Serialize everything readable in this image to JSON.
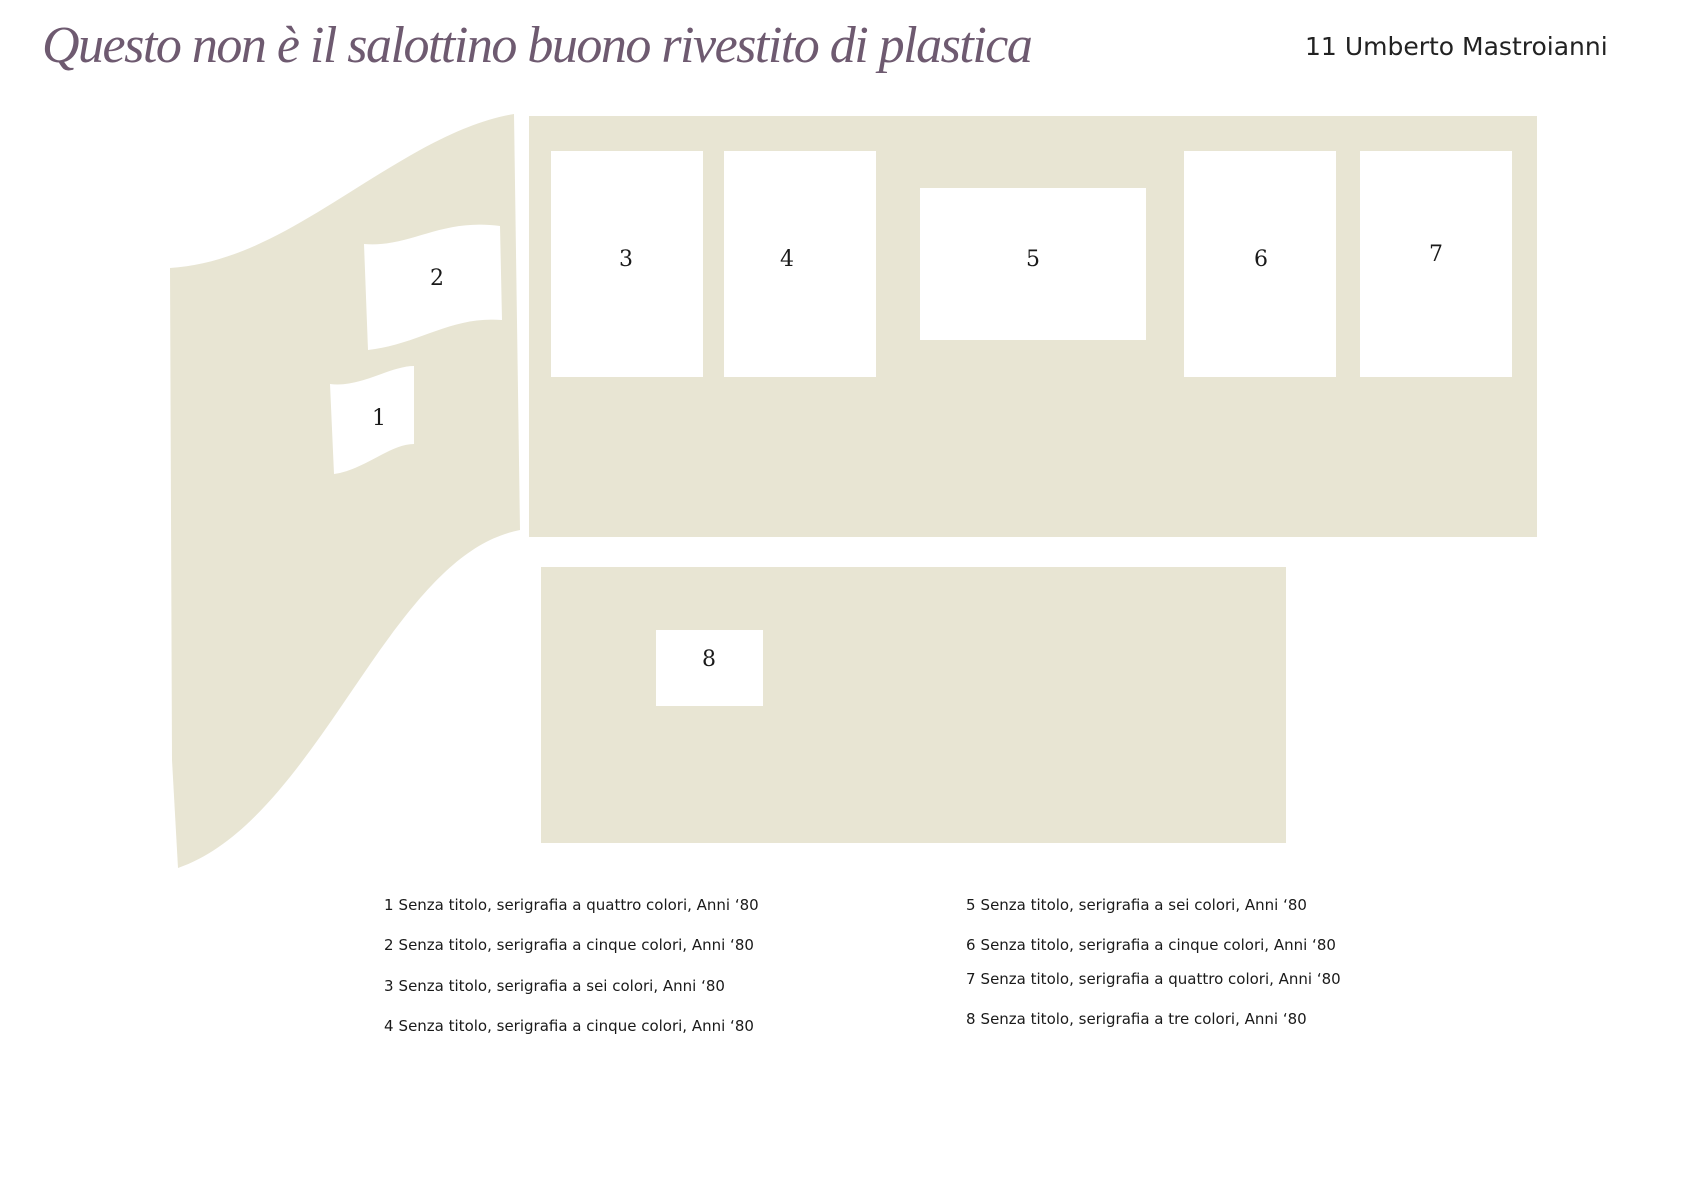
{
  "header": {
    "title": "Questo non è il salottino buono rivestito di plastica",
    "section_number": "11",
    "artist": "Umberto Mastroianni"
  },
  "works": [
    {
      "number": "1",
      "title": "Senza titolo, serigrafia a quattro colori, Anni ‘80"
    },
    {
      "number": "2",
      "title": "Senza titolo, serigrafia a cinque colori, Anni ‘80"
    },
    {
      "number": "3",
      "title": "Senza titolo, serigrafia a sei colori, Anni ‘80"
    },
    {
      "number": "4",
      "title": "Senza titolo, serigrafia a cinque colori, Anni ‘80"
    },
    {
      "number": "5",
      "title": "Senza titolo, serigrafia a sei colori, Anni ‘80"
    },
    {
      "number": "6",
      "title": "Senza titolo, serigrafia a cinque colori, Anni ‘80"
    },
    {
      "number": "7",
      "title": "Senza titolo, serigrafia a quattro colori, Anni ‘80"
    },
    {
      "number": "8",
      "title": "Senza titolo, serigrafia a tre colori, Anni ‘80"
    }
  ],
  "colors": {
    "wall": "#e8e5d3",
    "title": "#6e5a70",
    "text": "#1a1a1a"
  }
}
